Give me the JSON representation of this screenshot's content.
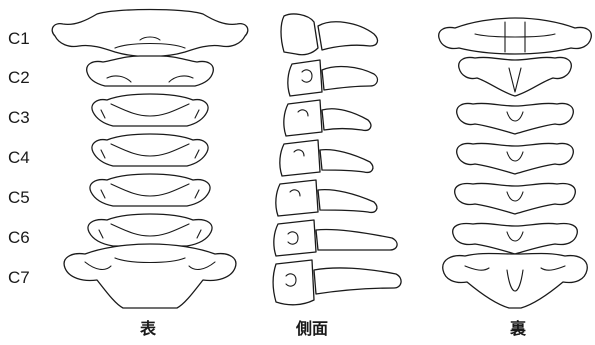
{
  "vertebra_labels": [
    "C1",
    "C2",
    "C3",
    "C4",
    "C5",
    "C6",
    "C7"
  ],
  "view_labels": {
    "front": "表",
    "side": "側面",
    "back": "裏"
  },
  "colors": {
    "line": "#1a1a1a",
    "background": "#ffffff"
  }
}
